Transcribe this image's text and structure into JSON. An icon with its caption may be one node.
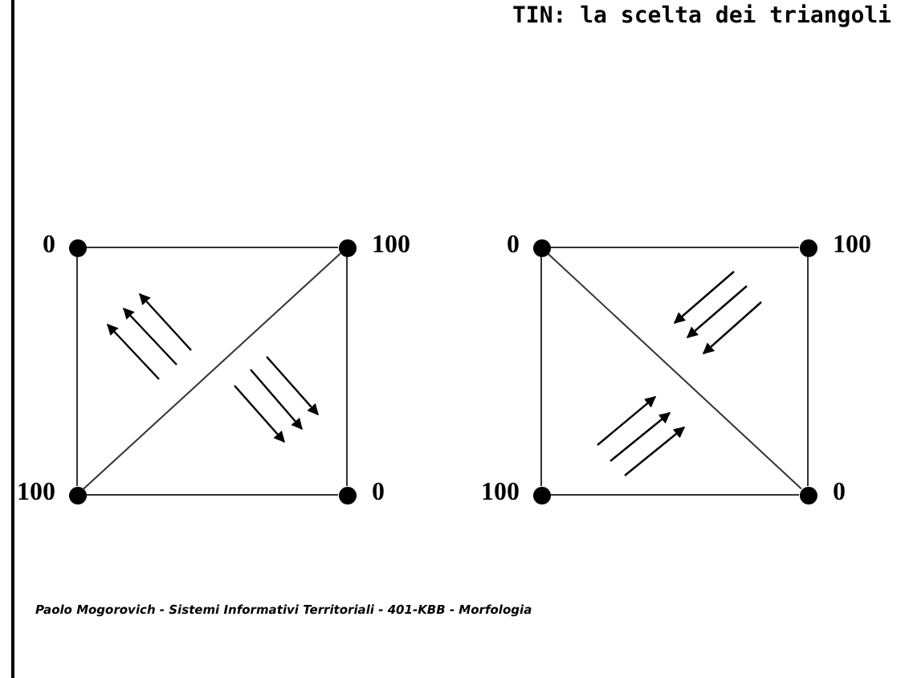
{
  "diagram": {
    "title": "TIN: la scelta dei triangoli",
    "nodes": [
      {
        "text": [],
        "shape": "circle",
        "beside": [
          "0"
        ]
      },
      {
        "text": [],
        "shape": "circle",
        "beside": [
          "100"
        ]
      },
      {
        "text": [],
        "shape": "circle",
        "beside": [
          "100"
        ]
      },
      {
        "text": [],
        "shape": "circle",
        "beside": [
          "0"
        ]
      },
      {
        "text": [],
        "shape": "circle",
        "beside": [
          "0"
        ]
      },
      {
        "text": [],
        "shape": "circle",
        "beside": [
          "100"
        ]
      },
      {
        "text": [],
        "shape": "circle",
        "beside": [
          "100"
        ]
      },
      {
        "text": [],
        "shape": "circle",
        "beside": [
          "0"
        ]
      }
    ],
    "edges": [
      {
        "from": 0,
        "to": 1,
        "arrow": "none"
      },
      {
        "from": 0,
        "to": 2,
        "arrow": "none"
      },
      {
        "from": 1,
        "to": 3,
        "arrow": "none"
      },
      {
        "from": 2,
        "to": 3,
        "arrow": "none"
      },
      {
        "from": 2,
        "to": 1,
        "arrow": "none"
      },
      {
        "from": 4,
        "to": 5,
        "arrow": "none"
      },
      {
        "from": 4,
        "to": 6,
        "arrow": "none"
      },
      {
        "from": 5,
        "to": 7,
        "arrow": "none"
      },
      {
        "from": 6,
        "to": 7,
        "arrow": "none"
      },
      {
        "from": 4,
        "to": 7,
        "arrow": "none"
      }
    ],
    "labels": [
      "Paolo Mogorovich - Sistemi Informativi Territoriali - 401-KBB - Morfologia"
    ]
  }
}
